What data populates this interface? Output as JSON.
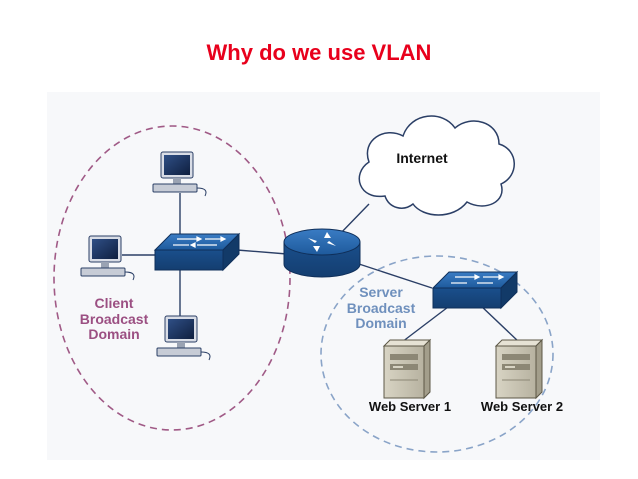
{
  "title": "Why do we use VLAN",
  "labels": {
    "client_domain": "Client\nBroadcast\nDomain",
    "server_domain": "Server\nBroadcast\nDomain",
    "internet": "Internet",
    "web_server_1": "Web Server 1",
    "web_server_2": "Web Server 2"
  },
  "colors": {
    "title": "#e8001c",
    "client_domain": "#9b4f82",
    "server_domain": "#6f90bd",
    "network_device": "#1e5a9c",
    "link": "#2b3f66"
  },
  "icons": [
    "computer-icon",
    "switch-icon",
    "router-icon",
    "cloud-icon",
    "server-icon"
  ]
}
